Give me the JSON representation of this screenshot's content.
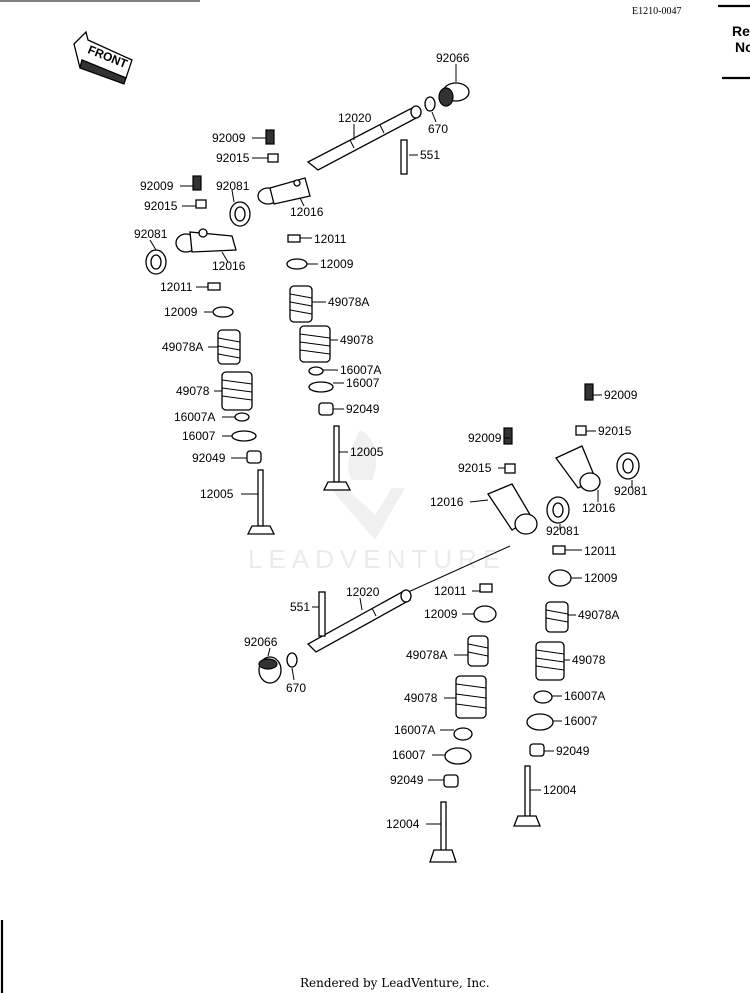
{
  "header": {
    "code": "E1210-0047",
    "right_text_line1": "Re",
    "right_text_line2": "No"
  },
  "front_arrow_label": "FRONT",
  "watermark": "LEADVENTURE",
  "footer": "Rendered by LeadVenture, Inc.",
  "labels": {
    "l01": "92066",
    "l02": "670",
    "l03": "12020",
    "l04": "551",
    "l05": "92009",
    "l06": "92015",
    "l07": "92009",
    "l08": "92015",
    "l09": "92081",
    "l10": "12016",
    "l11": "92081",
    "l12": "12016",
    "l13": "12011",
    "l14": "12011",
    "l15": "12009",
    "l16": "12009",
    "l17": "49078A",
    "l18": "49078A",
    "l19": "49078",
    "l20": "49078",
    "l21": "16007A",
    "l22": "16007",
    "l23": "16007A",
    "l24": "16007",
    "l25": "92049",
    "l26": "92049",
    "l27": "12005",
    "l28": "12005",
    "r01": "92009",
    "r02": "92015",
    "r03": "92009",
    "r04": "92015",
    "r05": "92081",
    "r06": "12016",
    "r07": "12016",
    "r08": "92081",
    "r09": "12011",
    "r10": "12009",
    "r11": "12020",
    "r12": "551",
    "r13": "12011",
    "r14": "12009",
    "r15": "49078A",
    "r16": "49078",
    "r17": "49078A",
    "r18": "16007A",
    "r19": "16007",
    "r20": "49078",
    "r21": "16007A",
    "r22": "92049",
    "r23": "16007",
    "r24": "12004",
    "r25": "92066",
    "r26": "670",
    "r27": "92049",
    "r28": "12004"
  }
}
